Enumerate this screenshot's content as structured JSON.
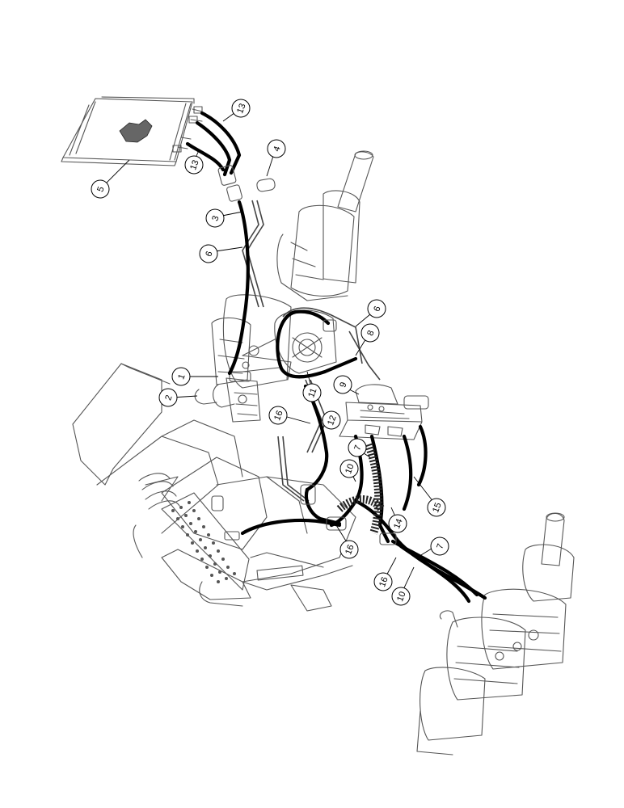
{
  "callouts": [
    {
      "id": "c13a",
      "label": "13"
    },
    {
      "id": "c13b",
      "label": "13"
    },
    {
      "id": "c5",
      "label": "5"
    },
    {
      "id": "c4",
      "label": "4"
    },
    {
      "id": "c3",
      "label": "3"
    },
    {
      "id": "c6a",
      "label": "6"
    },
    {
      "id": "c6b",
      "label": "6"
    },
    {
      "id": "c8",
      "label": "8"
    },
    {
      "id": "c9",
      "label": "9"
    },
    {
      "id": "c11",
      "label": "11"
    },
    {
      "id": "c1",
      "label": "1"
    },
    {
      "id": "c2",
      "label": "2"
    },
    {
      "id": "c16a",
      "label": "16"
    },
    {
      "id": "c12",
      "label": "12"
    },
    {
      "id": "c7a",
      "label": "7"
    },
    {
      "id": "c10a",
      "label": "10"
    },
    {
      "id": "c15",
      "label": "15"
    },
    {
      "id": "c14",
      "label": "14"
    },
    {
      "id": "c16b",
      "label": "16"
    },
    {
      "id": "c7b",
      "label": "7"
    },
    {
      "id": "c16c",
      "label": "16"
    },
    {
      "id": "c10b",
      "label": "10"
    }
  ]
}
